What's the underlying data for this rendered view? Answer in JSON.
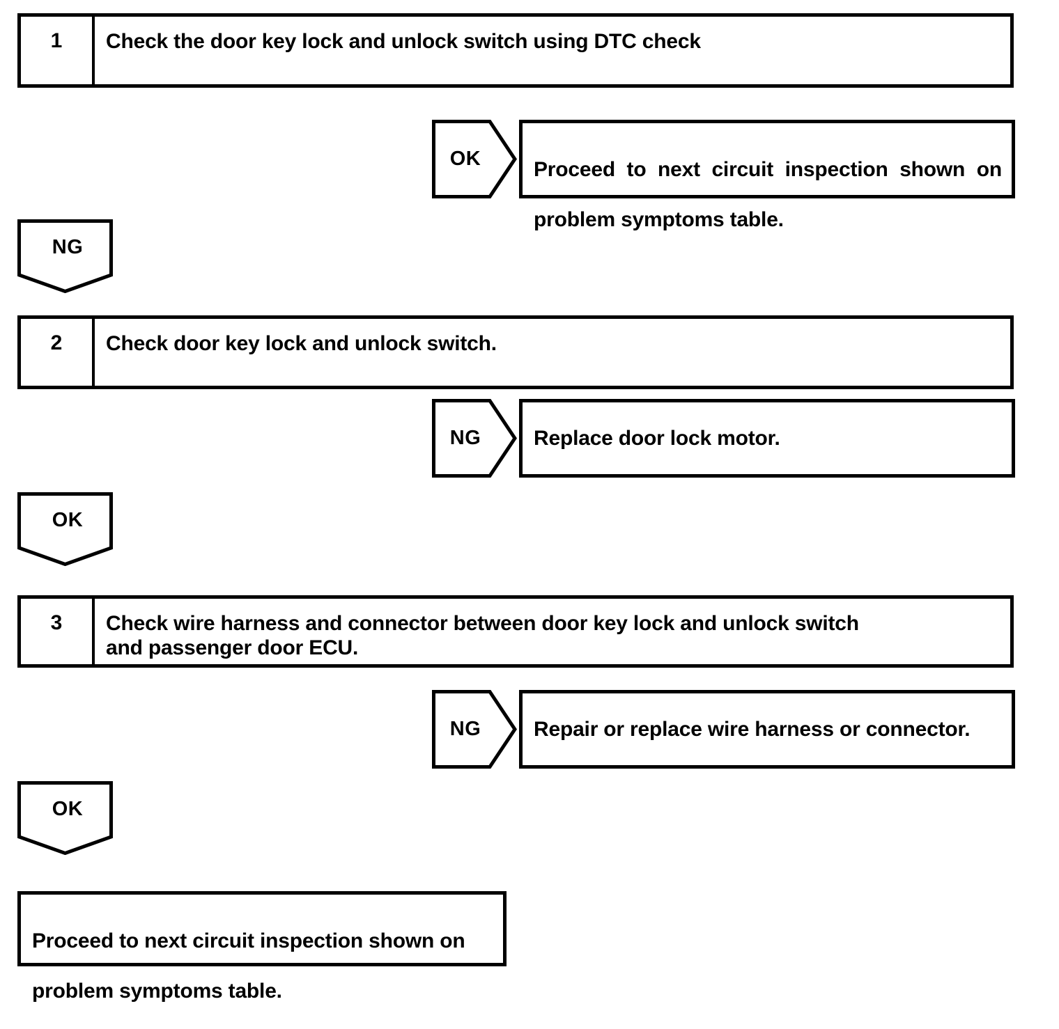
{
  "document": {
    "type": "troubleshooting-flowchart",
    "title": "Door key lock and unlock switch circuit inspection",
    "line_color": "#000000",
    "background_color": "#ffffff"
  },
  "steps": [
    {
      "number": "1",
      "text": "Check the door key lock and unlock switch using DTC check"
    },
    {
      "number": "2",
      "text": "Check door key lock and unlock switch."
    },
    {
      "number": "3",
      "text": "Check wire harness and connector between door key lock and unlock switch\nand passenger door ECU."
    }
  ],
  "branches": [
    {
      "label": "OK",
      "result_line1": "Proceed to next circuit inspection shown on",
      "result_line2": "problem symptoms table."
    },
    {
      "label": "NG",
      "result_line1": "Replace door lock motor.",
      "result_line2": ""
    },
    {
      "label": "NG",
      "result_line1": "Repair or replace wire harness or connector.",
      "result_line2": ""
    }
  ],
  "connectors": [
    {
      "label": "NG"
    },
    {
      "label": "OK"
    },
    {
      "label": "OK"
    }
  ],
  "final": {
    "line1": "Proceed to next circuit inspection shown on",
    "line2": "problem symptoms table."
  }
}
